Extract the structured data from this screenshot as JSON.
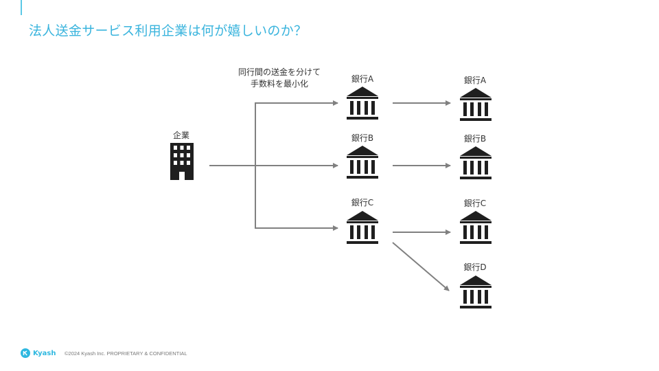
{
  "slide": {
    "title": "法人送金サービス利用企業は何が嬉しいのか？",
    "note_line1": "同行間の送金を分けて",
    "note_line2": "手数料を最小化"
  },
  "diagram": {
    "source_label": "企業",
    "middle_banks": [
      "銀行A",
      "銀行B",
      "銀行C"
    ],
    "right_banks": [
      "銀行A",
      "銀行B",
      "銀行C",
      "銀行D"
    ],
    "icon_color": "#1f1f1f",
    "arrow_color": "#808080"
  },
  "footer": {
    "brand": "Kyash",
    "copyright": "©2024 Kyash Inc.    PROPRIETARY & CONFIDENTIAL",
    "brand_color": "#2fb8e0"
  }
}
